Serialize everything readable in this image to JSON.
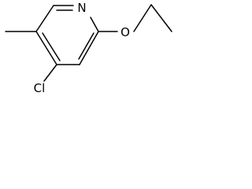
{
  "molecule": {
    "atoms": {
      "nitrogen": "N",
      "oxygen": "O",
      "chlorine": "Cl"
    }
  }
}
